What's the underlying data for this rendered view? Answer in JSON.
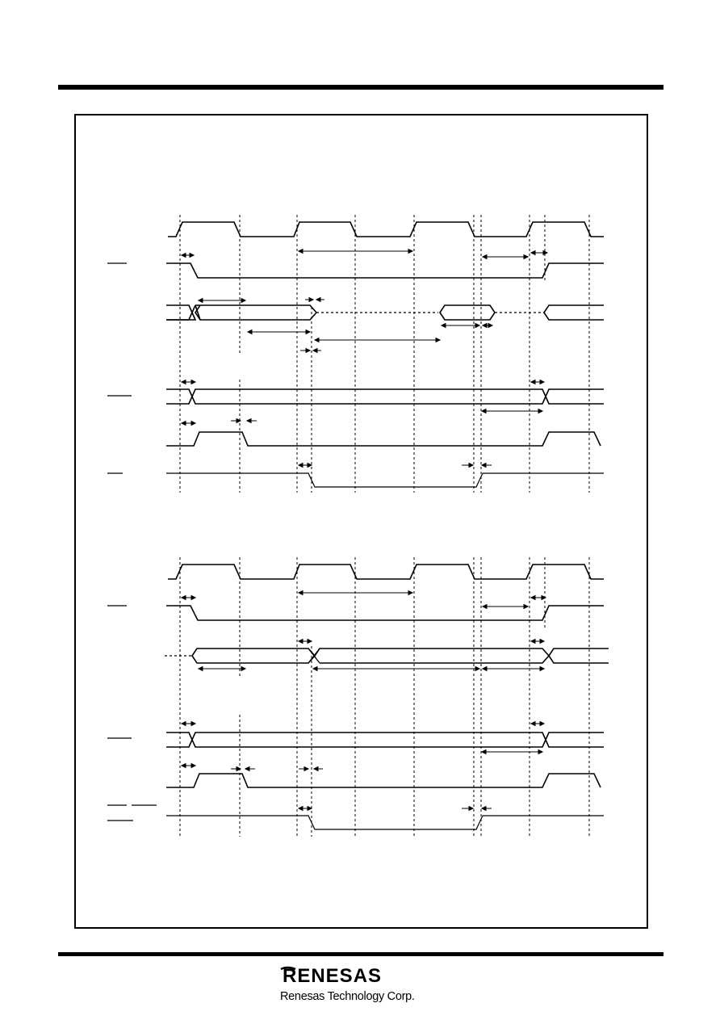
{
  "footer": {
    "logo_text": "RENESAS",
    "company_name": "Renesas Technology Corp."
  },
  "diagram": {
    "type": "timing-diagram",
    "panels": 2,
    "signal_labels_visible": false
  },
  "colors": {
    "line": "#000000",
    "background": "#ffffff"
  }
}
